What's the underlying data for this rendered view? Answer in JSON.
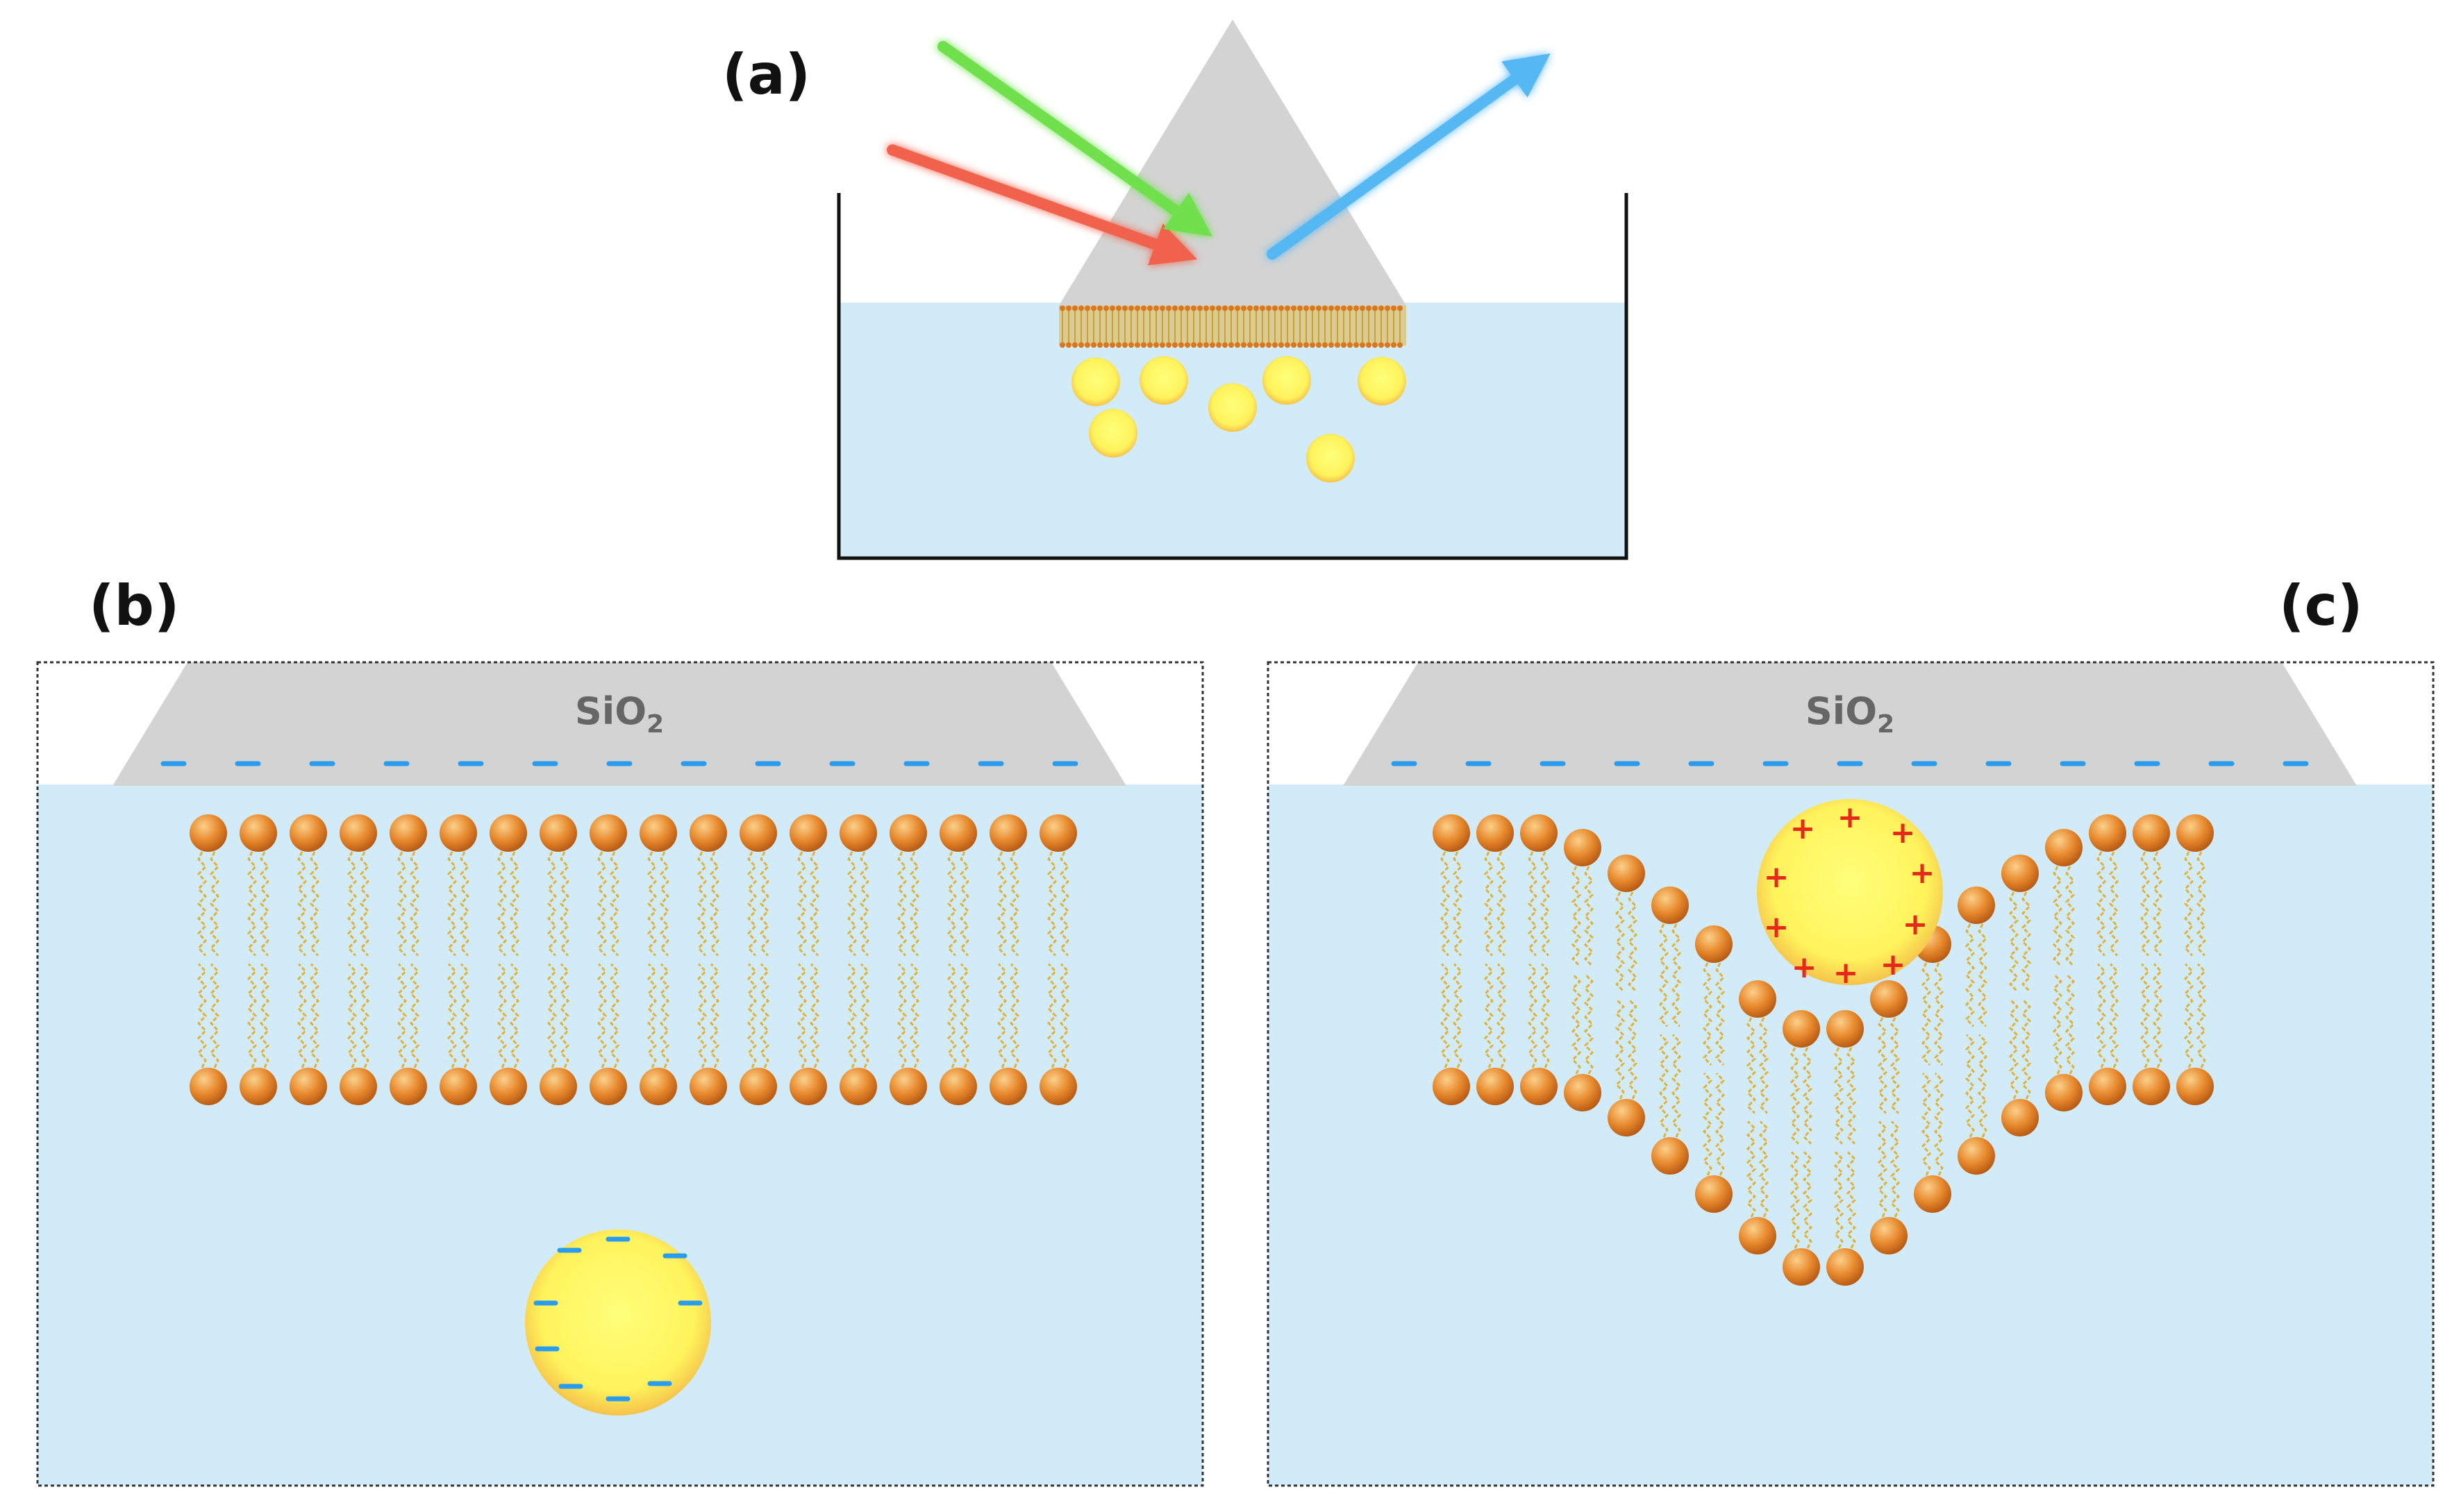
{
  "labels": {
    "panel_a": "(a)",
    "panel_b": "(b)",
    "panel_c": "(c)"
  },
  "substrate": {
    "name": "SiO",
    "subscript": "2"
  },
  "colors": {
    "water": "#d2ebf9",
    "prism": "#d3d3d3",
    "lipid_head": "#d9761f",
    "lipid_tail": "#e0b23a",
    "particle": "#fff36a",
    "negative_charge": "#2a9cf0",
    "positive_charge": "#e52a1c",
    "beam_red": "#f0624c",
    "beam_green": "#6fe04d",
    "beam_blue": "#55b8f3"
  },
  "charges": {
    "negative_symbol": "−",
    "positive_symbol": "+"
  }
}
